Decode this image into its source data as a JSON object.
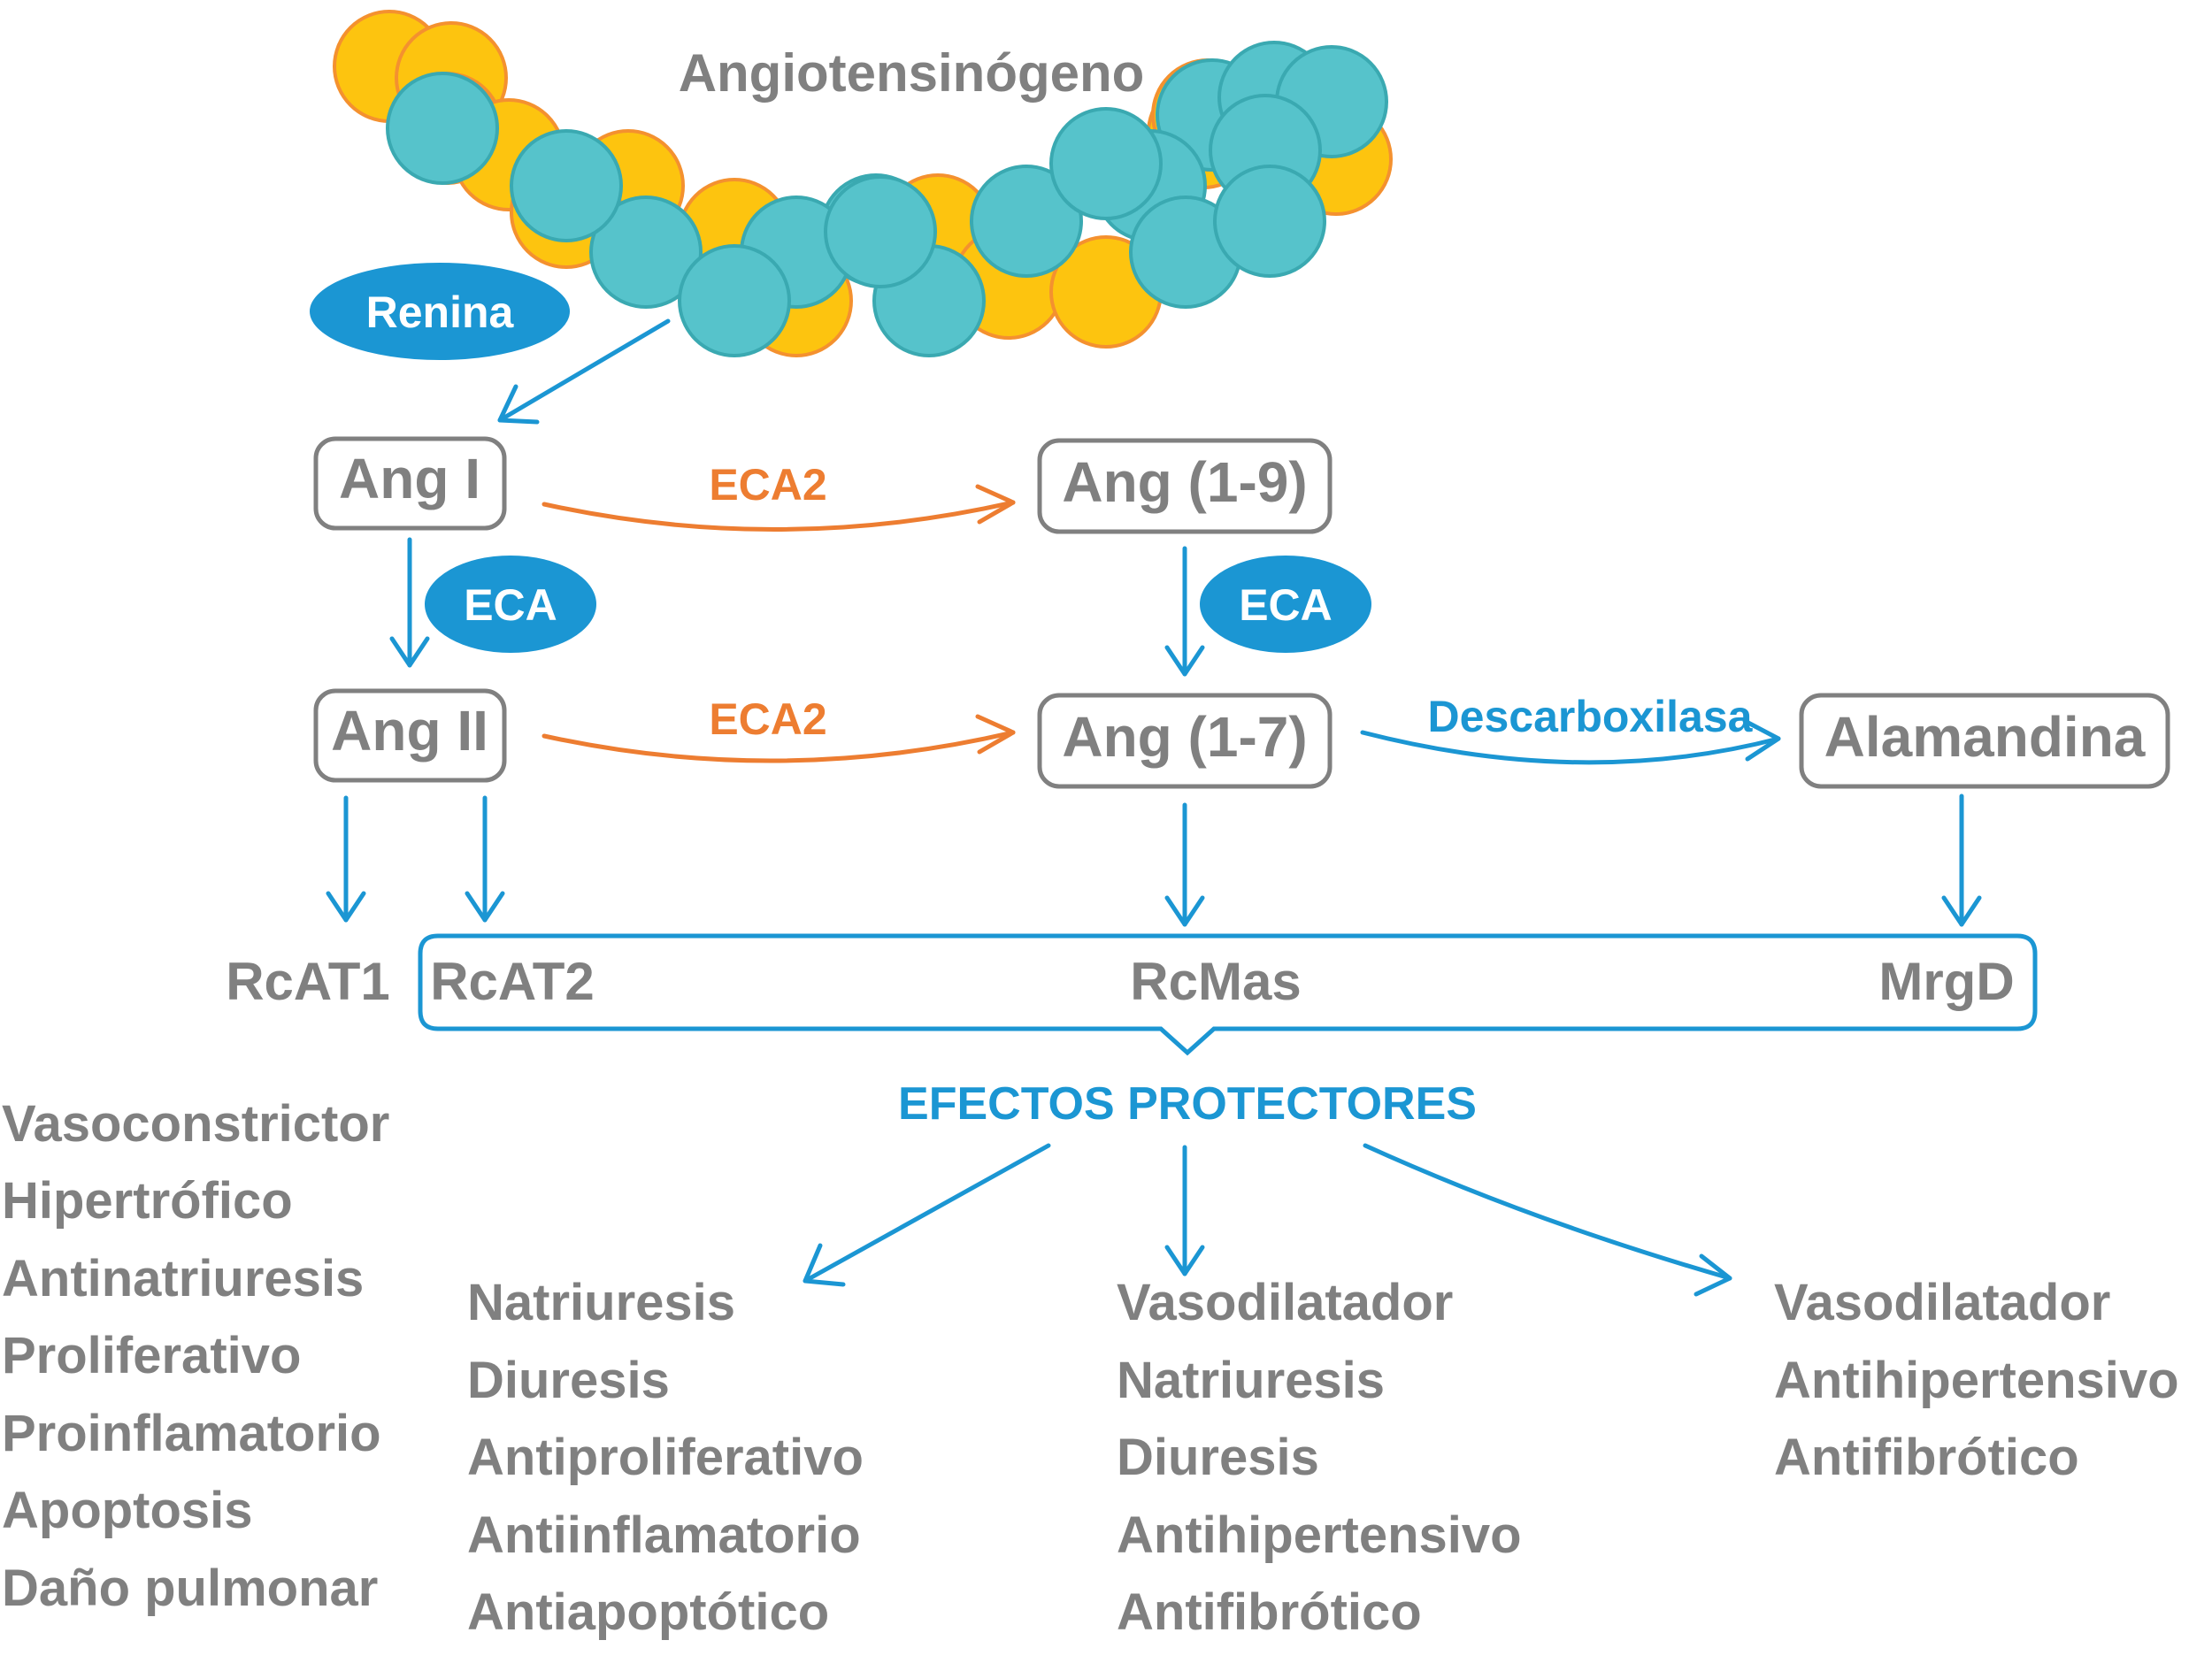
{
  "precursor": {
    "label": "Angiotensinógeno"
  },
  "enzymes": {
    "renina": "Renina",
    "eca_left": "ECA",
    "eca_right": "ECA",
    "eca2_top": "ECA2",
    "eca2_bottom": "ECA2",
    "descarboxilasa": "Descarboxilasa"
  },
  "peptides": {
    "ang1": "Ang I",
    "ang2": "Ang II",
    "ang19": "Ang (1-9)",
    "ang17": "Ang (1-7)",
    "alamandina": "Alamandina"
  },
  "receptors": {
    "rcat1": "RcAT1",
    "rcat2": "RcAT2",
    "rcmas": "RcMas",
    "mrgd": "MrgD"
  },
  "protective_label": "EFECTOS PROTECTORES",
  "effects": {
    "rcat1": [
      "Vasoconstrictor",
      "Hipertrófico",
      "Antinatriuresis",
      "Proliferativo",
      "Proinflamatorio",
      "Apoptosis",
      "Daño pulmonar"
    ],
    "rcat2": [
      "Natriuresis",
      "Diuresis",
      "Antiproliferativo",
      "Antiinflamatorio",
      "Antiapoptótico"
    ],
    "rcmas": [
      "Vasodilatador",
      "Natriuresis",
      "Diuresis",
      "Antihipertensivo",
      "Antifibrótico"
    ],
    "mrgd": [
      "Vasodilatador",
      "Antihipertensivo",
      "Antifibrótico"
    ]
  },
  "colors": {
    "teal_bead": "#56c3cb",
    "yellow_bead": "#fdc40f",
    "bead_outline": "#f4912f",
    "enzyme_blue": "#1b96d3",
    "eca2_orange": "#ed7d31",
    "text_grey": "#808080"
  }
}
